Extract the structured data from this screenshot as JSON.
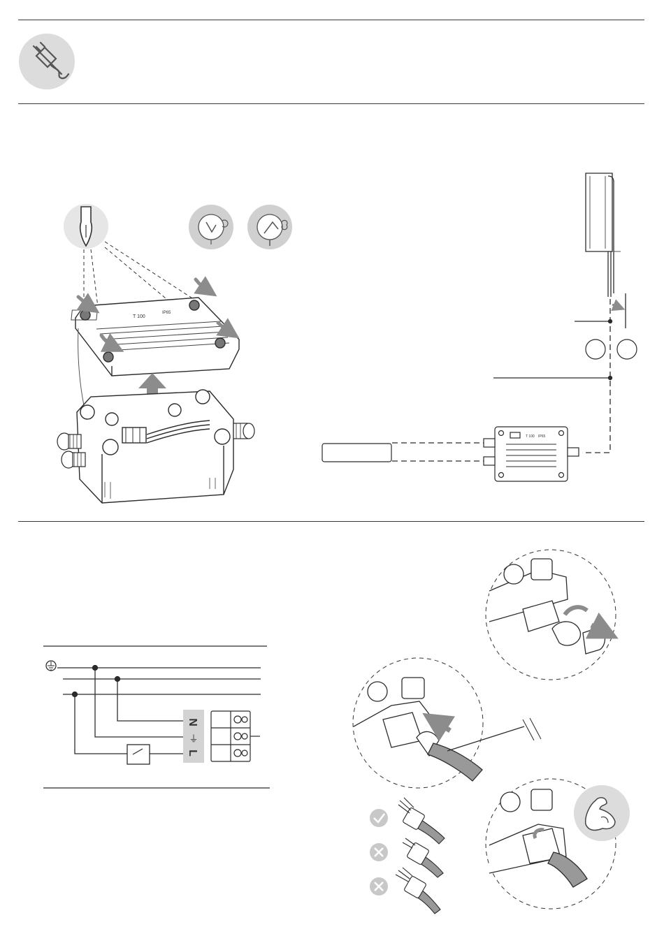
{
  "icons": {
    "unplug": "unplug-icon",
    "screwdriver": "screwdriver-icon",
    "rotate_open": "rotate-open-icon",
    "rotate_close": "rotate-close-icon",
    "strength": "strength-icon",
    "check": "check-icon",
    "cross": "cross-icon"
  },
  "device_box": {
    "model_label": "T 100",
    "rating_label": "IP65"
  },
  "terminals": [
    {
      "letter": "N"
    },
    {
      "letter": "⏚"
    },
    {
      "letter": "L"
    }
  ],
  "colors": {
    "line": "#2b2b2b",
    "arrow": "#8c8c8c",
    "icon_bg": "#dcdcdc",
    "terminal_bg": "#d3d3d3"
  }
}
